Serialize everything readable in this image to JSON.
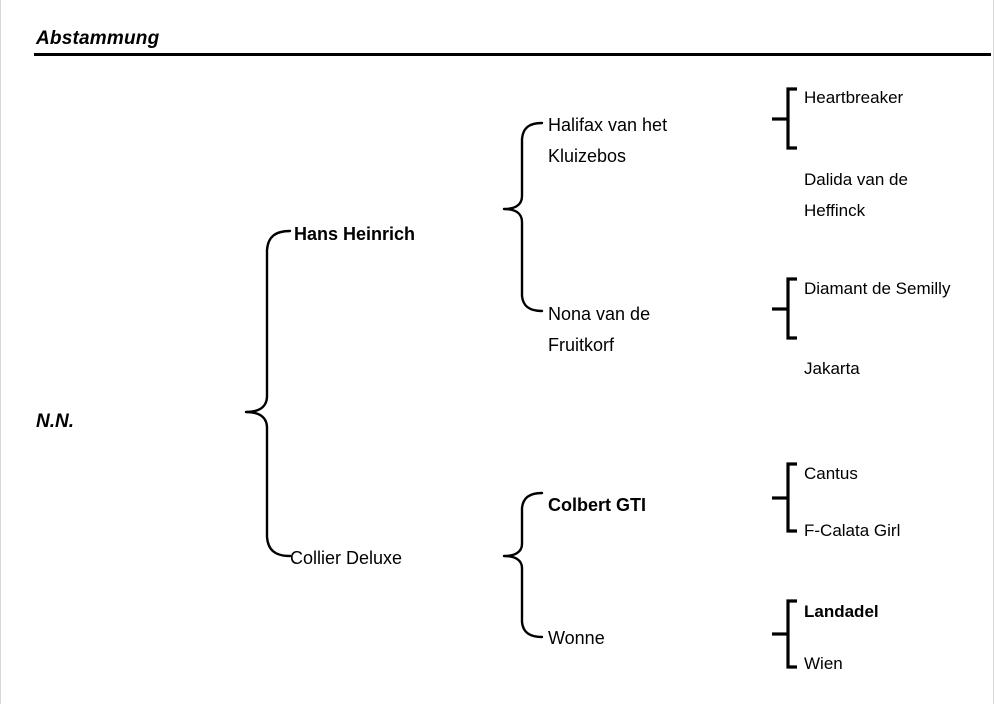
{
  "header": {
    "title": "Abstammung"
  },
  "pedigree": {
    "generation1": {
      "name": "N.N.",
      "bold": true,
      "italic": true
    },
    "generation2": [
      {
        "name": "Hans Heinrich",
        "bold": true
      },
      {
        "name": "Collier Deluxe",
        "bold": false
      }
    ],
    "generation3": [
      {
        "name": "Halifax van het\nKluizebos",
        "bold": false
      },
      {
        "name": "Nona van de\nFruitkorf",
        "bold": false
      },
      {
        "name": "Colbert GTI",
        "bold": true
      },
      {
        "name": "Wonne",
        "bold": false
      }
    ],
    "generation4": [
      {
        "name": "Heartbreaker",
        "bold": false
      },
      {
        "name": "Dalida van de\nHeffinck",
        "bold": false
      },
      {
        "name": "Diamant de Semilly",
        "bold": false
      },
      {
        "name": "Jakarta",
        "bold": false
      },
      {
        "name": "Cantus",
        "bold": false
      },
      {
        "name": "F-Calata Girl",
        "bold": false
      },
      {
        "name": "Landadel",
        "bold": true
      },
      {
        "name": "Wien",
        "bold": false
      }
    ]
  },
  "style": {
    "line_color": "#000000",
    "text_color": "#000000",
    "background": "#ffffff"
  }
}
